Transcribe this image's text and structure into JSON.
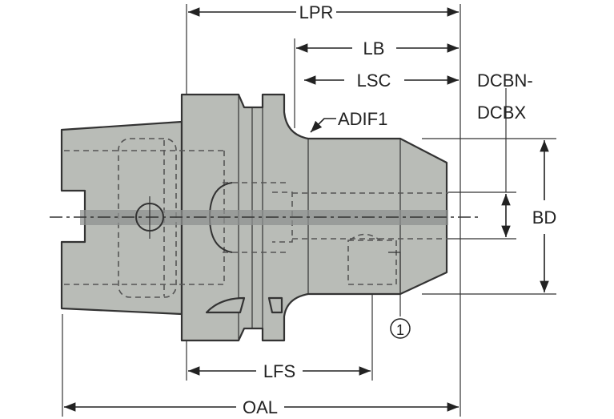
{
  "labels": {
    "lpr": "LPR",
    "lb": "LB",
    "lsc": "LSC",
    "dcbn": "DCBN-",
    "dcbx": "DCBX",
    "adif1": "ADIF1",
    "bd": "BD",
    "lfs": "LFS",
    "oal": "OAL",
    "callout1": "1"
  },
  "colors": {
    "body": "#b9bcb7",
    "centerband": "#8f9190",
    "line": "#222222"
  }
}
